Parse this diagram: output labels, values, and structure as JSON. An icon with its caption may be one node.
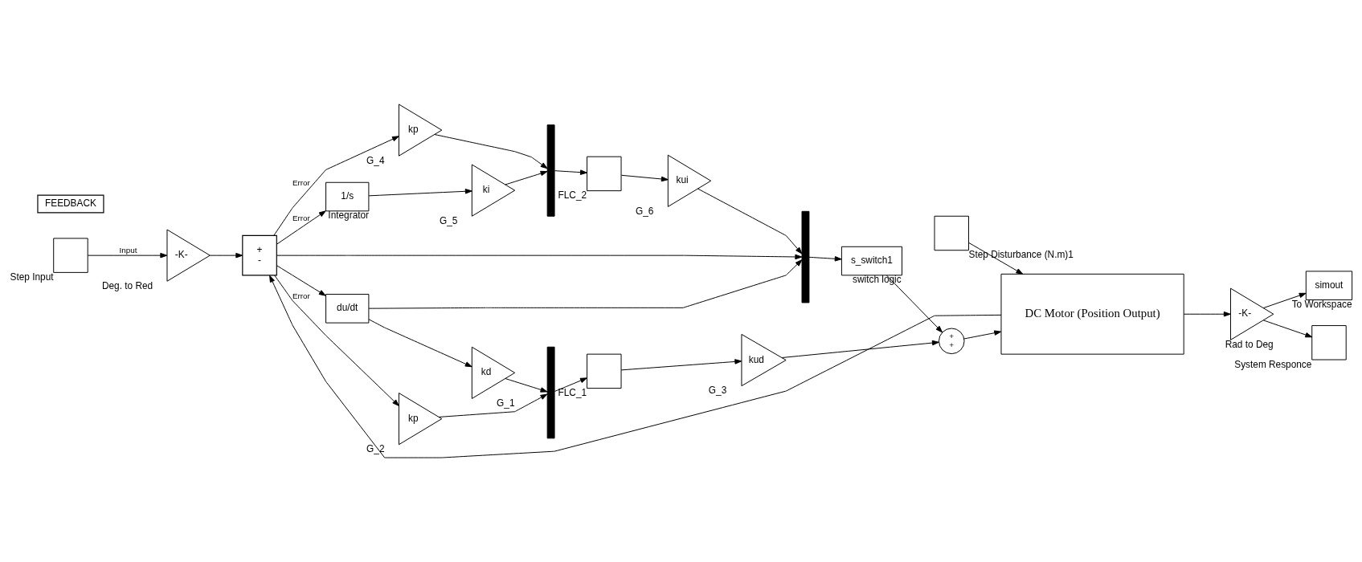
{
  "diagram": {
    "nodes": [
      {
        "text": [],
        "shape": "box",
        "beside": [
          "Step Input"
        ]
      },
      {
        "text": [
          "-K-"
        ],
        "beside": [
          "Deg. to Red"
        ]
      },
      {
        "text": [
          "+",
          "-"
        ]
      },
      {
        "text": [
          "du/dt"
        ]
      },
      {
        "text": [
          "kd"
        ],
        "beside": [
          "G_1"
        ]
      },
      {
        "text": [
          "kp"
        ],
        "beside": [
          "G_2"
        ]
      },
      {
        "text": [],
        "shape": "bar"
      },
      {
        "text": [],
        "shape": "box",
        "beside": [
          "FLC_1"
        ]
      },
      {
        "text": [
          "kud"
        ],
        "beside": [
          "G_3"
        ]
      },
      {
        "text": [
          "FEEDBACK"
        ]
      },
      {
        "text": [],
        "shape": "bar"
      },
      {
        "text": [
          "s_switch1"
        ],
        "beside": [
          "switch logic"
        ]
      },
      {
        "text": [
          "+",
          "+"
        ]
      },
      {
        "text": [
          "DC Motor (Position Output)"
        ]
      },
      {
        "text": [
          "-K-"
        ],
        "beside": [
          "Rad to Deg"
        ]
      },
      {
        "text": [
          "simout"
        ],
        "beside": [
          "To Workspace"
        ]
      },
      {
        "text": [],
        "shape": "box",
        "beside": [
          "System Responce"
        ]
      },
      {
        "text": [
          "kp"
        ],
        "beside": [
          "G_4"
        ]
      },
      {
        "text": [
          "1/s"
        ],
        "beside": [
          "Integrator"
        ]
      },
      {
        "text": [
          "ki"
        ],
        "beside": [
          "G_5"
        ]
      },
      {
        "text": [],
        "shape": "bar"
      },
      {
        "text": [],
        "shape": "box",
        "beside": [
          "FLC_2"
        ]
      },
      {
        "text": [
          "kui"
        ],
        "beside": [
          "G_6"
        ]
      },
      {
        "text": [],
        "shape": "box",
        "beside": [
          "Step Disturbance (N.m)1"
        ]
      }
    ],
    "edges": [
      {
        "from": 0,
        "to": 1,
        "arrow": "to",
        "label": "Input"
      },
      {
        "from": 1,
        "to": 2,
        "arrow": "to"
      },
      {
        "from": 2,
        "to": 3,
        "arrow": "to"
      },
      {
        "from": 2,
        "to": 5,
        "arrow": "to",
        "label": "Error"
      },
      {
        "from": 2,
        "to": 10,
        "arrow": "to"
      },
      {
        "from": 2,
        "to": 17,
        "arrow": "to",
        "label": "Error"
      },
      {
        "from": 2,
        "to": 18,
        "arrow": "to",
        "label": "Error"
      },
      {
        "from": 3,
        "to": 4,
        "arrow": "to"
      },
      {
        "from": 3,
        "to": 10,
        "arrow": "to"
      },
      {
        "from": 4,
        "to": 6,
        "arrow": "to"
      },
      {
        "from": 5,
        "to": 6,
        "arrow": "to"
      },
      {
        "from": 6,
        "to": 7,
        "arrow": "to"
      },
      {
        "from": 7,
        "to": 8,
        "arrow": "to"
      },
      {
        "from": 8,
        "to": 12,
        "arrow": "to"
      },
      {
        "from": 10,
        "to": 11,
        "arrow": "to"
      },
      {
        "from": 11,
        "to": 12,
        "arrow": "to"
      },
      {
        "from": 12,
        "to": 13,
        "arrow": "to"
      },
      {
        "from": 13,
        "to": 2,
        "arrow": "to"
      },
      {
        "from": 17,
        "to": 20,
        "arrow": "to"
      },
      {
        "from": 18,
        "to": 19,
        "arrow": "to"
      },
      {
        "from": 19,
        "to": 20,
        "arrow": "to"
      },
      {
        "from": 20,
        "to": 21,
        "arrow": "to"
      },
      {
        "from": 21,
        "to": 22,
        "arrow": "to"
      },
      {
        "from": 22,
        "to": 10,
        "arrow": "to"
      },
      {
        "from": 23,
        "to": 13,
        "arrow": "to"
      },
      {
        "from": 13,
        "to": 14,
        "arrow": "to"
      },
      {
        "from": 14,
        "to": 15,
        "arrow": "to"
      },
      {
        "from": 14,
        "to": 16,
        "arrow": "to"
      }
    ]
  }
}
